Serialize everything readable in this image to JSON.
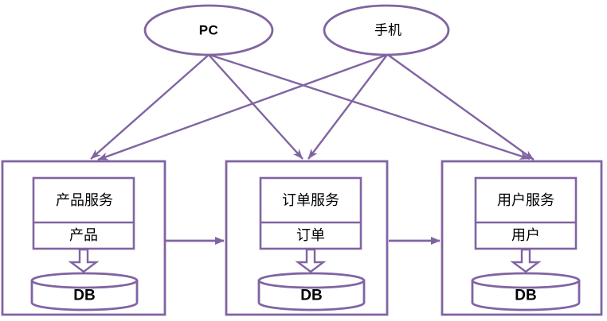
{
  "diagram": {
    "title": "microservices-client-diagram",
    "accent_color": "#8064A2",
    "text_color": "#000000",
    "background_color": "#FFFFFF",
    "clients": [
      {
        "id": "pc",
        "label": "PC"
      },
      {
        "id": "mobile",
        "label": "手机"
      }
    ],
    "services": [
      {
        "id": "product",
        "service_label": "产品服务",
        "entity_label": "产品",
        "db_label": "DB"
      },
      {
        "id": "order",
        "service_label": "订单服务",
        "entity_label": "订单",
        "db_label": "DB"
      },
      {
        "id": "user",
        "service_label": "用户服务",
        "entity_label": "用户",
        "db_label": "DB"
      }
    ],
    "edges": [
      {
        "from": "PC",
        "to": "产品服务"
      },
      {
        "from": "PC",
        "to": "订单服务"
      },
      {
        "from": "PC",
        "to": "用户服务"
      },
      {
        "from": "手机",
        "to": "产品服务"
      },
      {
        "from": "手机",
        "to": "订单服务"
      },
      {
        "from": "手机",
        "to": "用户服务"
      },
      {
        "from": "产品服务",
        "to": "订单服务"
      },
      {
        "from": "订单服务",
        "to": "用户服务"
      },
      {
        "from": "产品服务",
        "to": "DB"
      },
      {
        "from": "订单服务",
        "to": "DB"
      },
      {
        "from": "用户服务",
        "to": "DB"
      }
    ]
  }
}
